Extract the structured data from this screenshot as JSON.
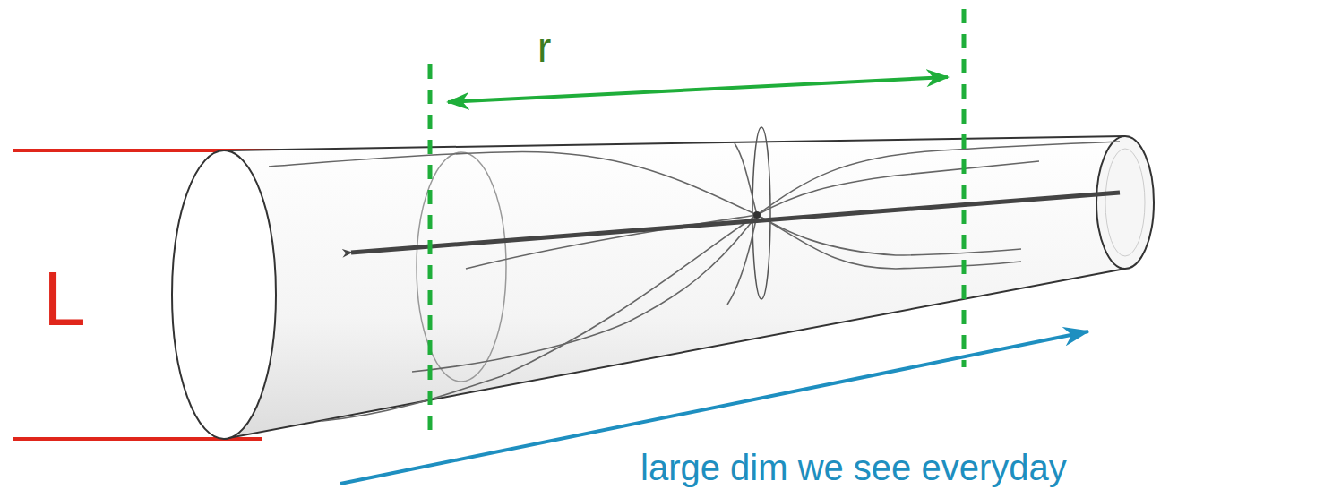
{
  "diagram": {
    "labels": [
      "r",
      "L",
      "large dim we see everyday"
    ]
  }
}
